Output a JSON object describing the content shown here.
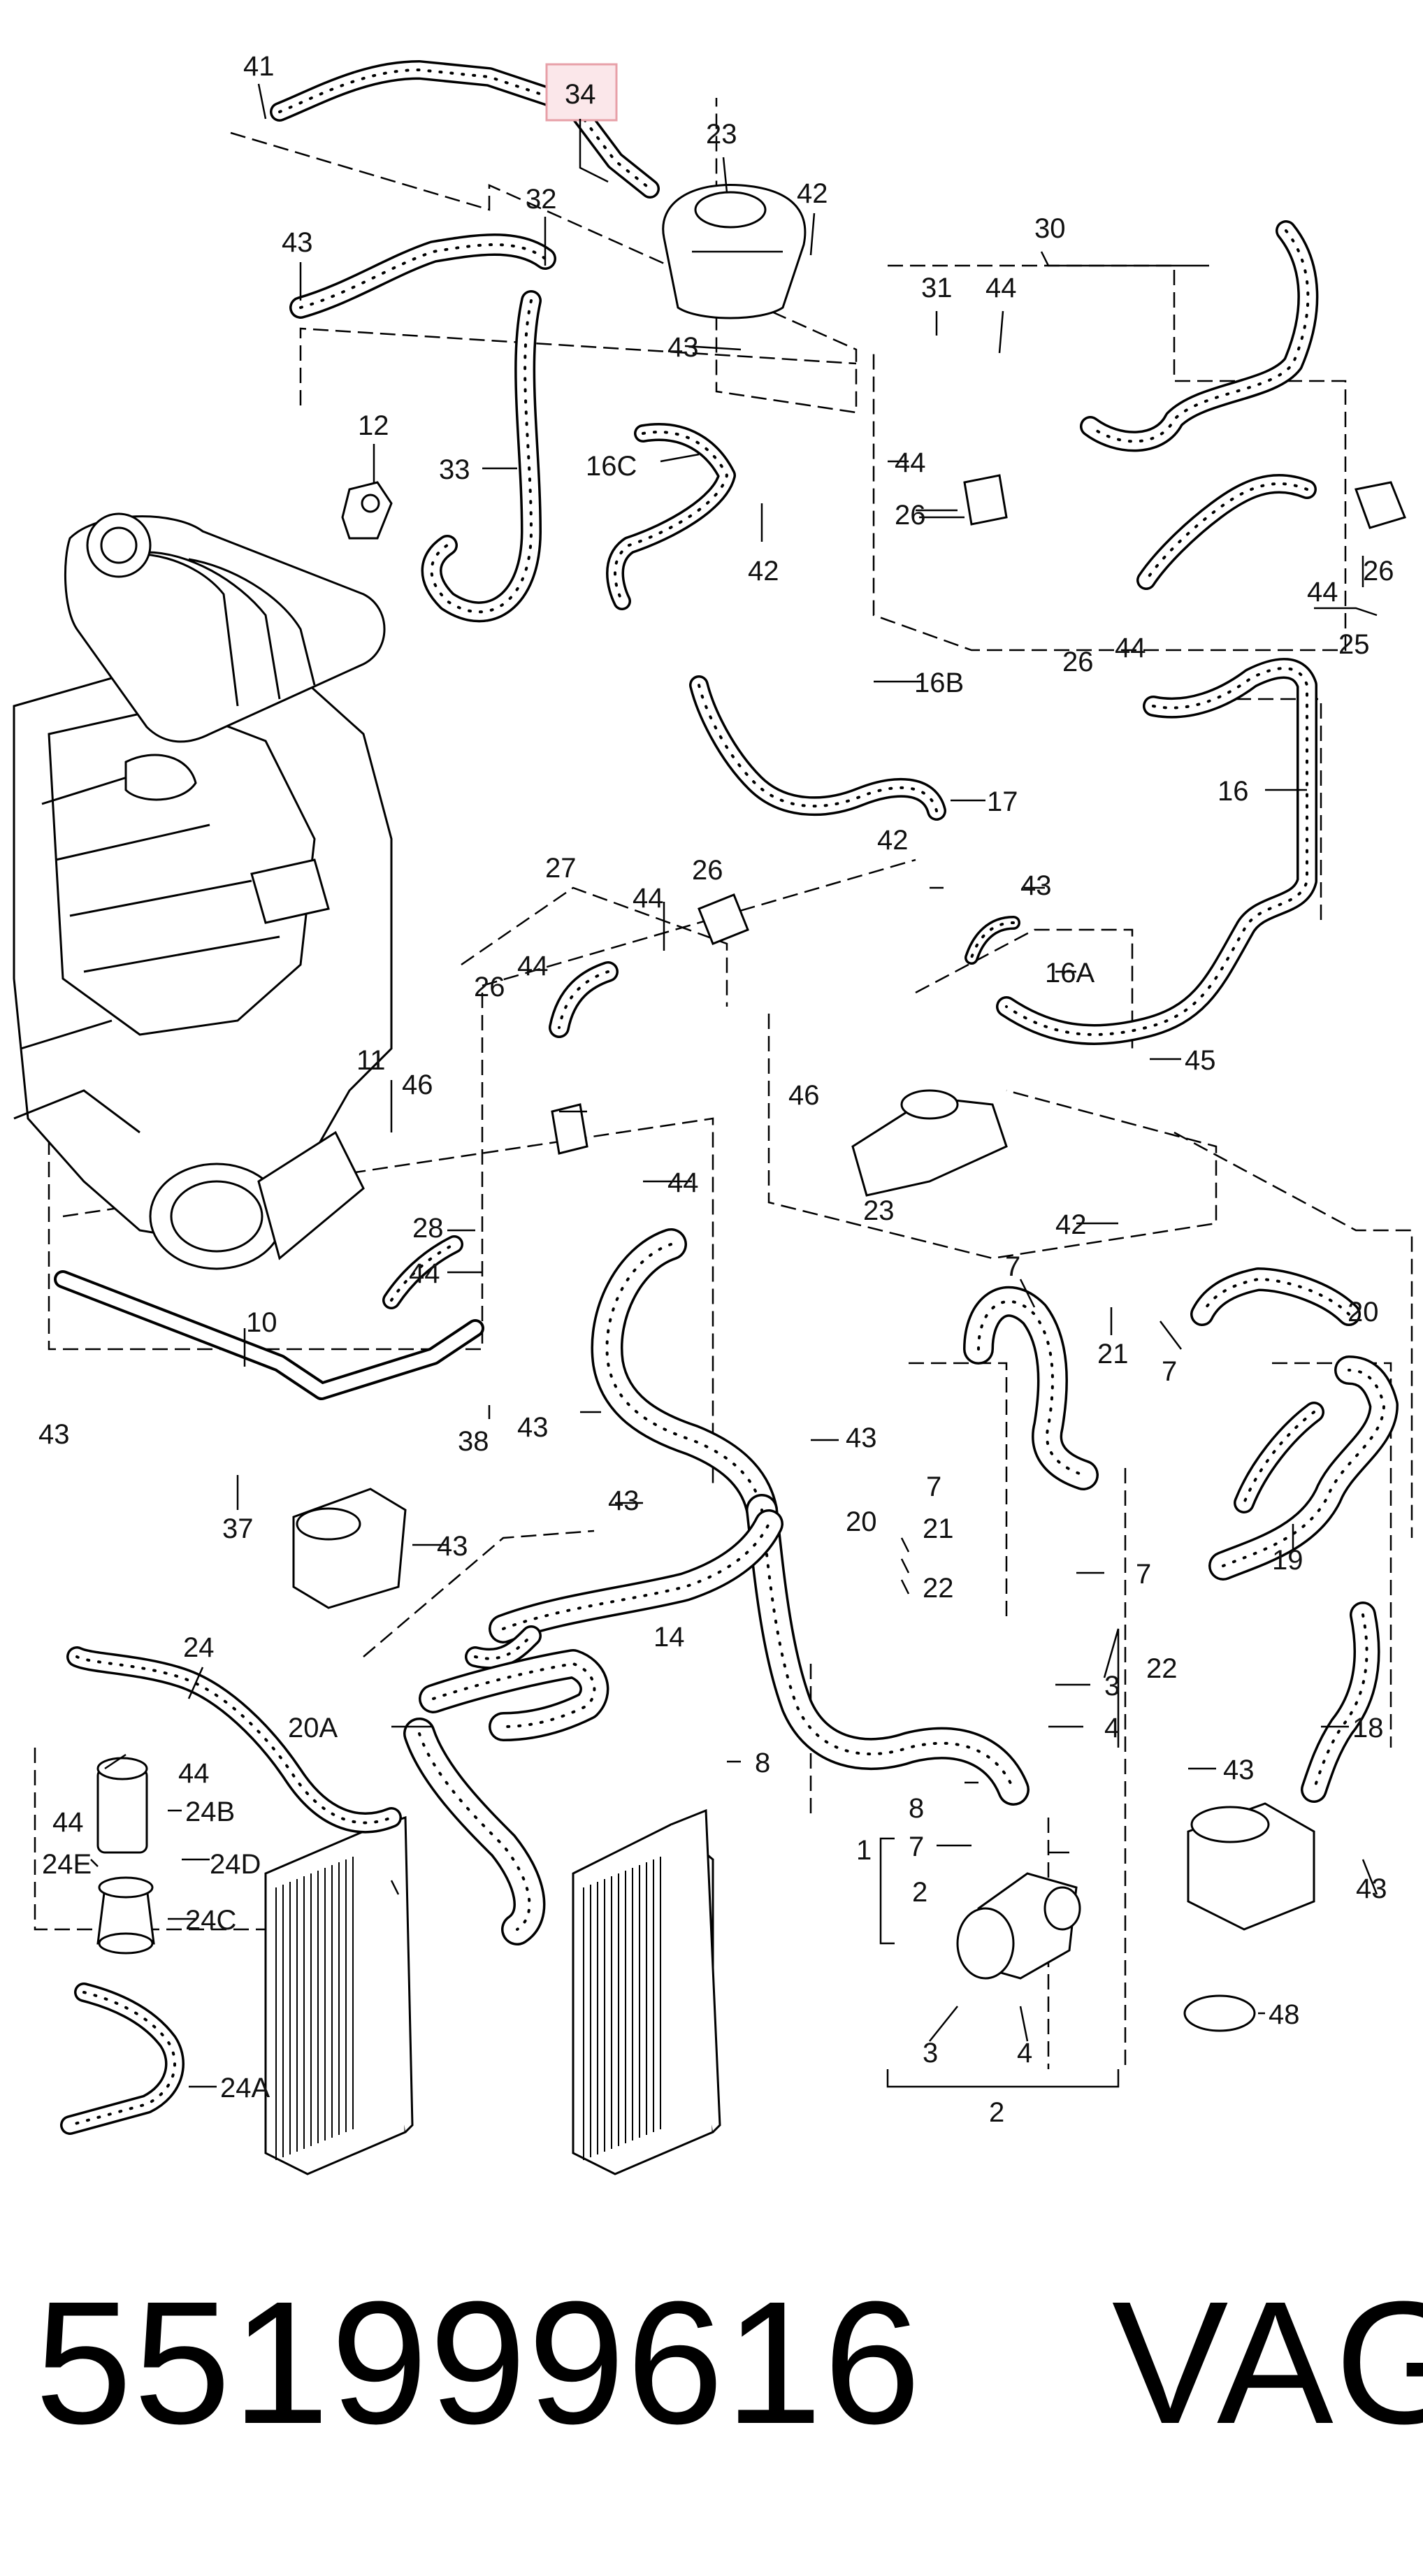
{
  "callouts": {
    "c41": "41",
    "c34": "34",
    "c23": "23",
    "c42a": "42",
    "c32": "32",
    "c43a": "43",
    "c43b": "43",
    "c30": "30",
    "c31": "31",
    "c44a": "44",
    "c12": "12",
    "c33": "33",
    "c16C": "16C",
    "c44b": "44",
    "c26a": "26",
    "c42b": "42",
    "c44c": "44",
    "c26b": "26",
    "c26c": "26",
    "c44d": "44",
    "c25": "25",
    "c16B": "16B",
    "c17": "17",
    "c16": "16",
    "c27": "27",
    "c26d": "26",
    "c44e": "44",
    "c42c": "42",
    "c43c": "43",
    "c26e": "26",
    "c44f": "44",
    "c16A": "16A",
    "c11": "11",
    "c46a": "46",
    "c45": "45",
    "c44g": "44",
    "c46b": "46",
    "c28": "28",
    "c23b": "23",
    "c42d": "42",
    "c44h": "44",
    "c7a": "7",
    "c20a": "20",
    "c10": "10",
    "c21a": "21",
    "c7b": "7",
    "c43d": "43",
    "c43e": "43",
    "c38": "38",
    "c43f": "43",
    "c37": "37",
    "c43g": "43",
    "c7c": "7",
    "c20b": "20",
    "c21b": "21",
    "c22a": "22",
    "c19": "19",
    "c7d": "7",
    "c14": "14",
    "c24": "24",
    "c20A": "20A",
    "c3a": "3",
    "c22b": "22",
    "c4a": "4",
    "c18": "18",
    "c8a": "8",
    "c44i": "44",
    "c44j": "44",
    "c24B": "24B",
    "c8b": "8",
    "c43h": "43",
    "c1": "1",
    "c7e": "7",
    "c24E": "24E",
    "c24D": "24D",
    "c2a": "2",
    "c43i": "43",
    "c43j": "43",
    "c24C": "24C",
    "c48": "48",
    "c3b": "3",
    "c4b": "4",
    "c24A": "24A",
    "c2b": "2"
  },
  "highlight": {
    "part": "34",
    "border_color": "#e7a0a8",
    "fill_color": "#fbe7ea"
  },
  "caption": {
    "part_number": "551999616",
    "brand": "VAG"
  }
}
